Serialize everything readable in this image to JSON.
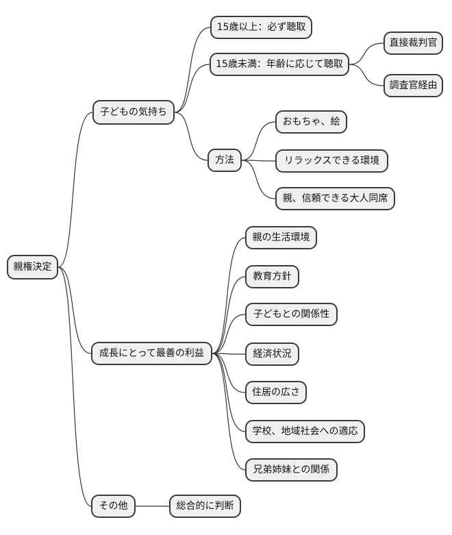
{
  "diagram": {
    "type": "mindmap",
    "colors": {
      "background": "#ffffff",
      "node_fill": "#f0f0f0",
      "node_border": "#3a3a3a",
      "edge_color": "#333333",
      "text_color": "#111111"
    }
  },
  "nodes": [
    {
      "id": "root",
      "label": "親権決定",
      "parent_id": null
    },
    {
      "id": "childs-feelings",
      "label": "子どもの気持ち",
      "parent_id": "root"
    },
    {
      "id": "age-15-plus",
      "label": "15歳以上：必ず聴取",
      "parent_id": "childs-feelings"
    },
    {
      "id": "age-under-15",
      "label": "15歳未満：年齢に応じて聴取",
      "parent_id": "childs-feelings"
    },
    {
      "id": "direct-judge",
      "label": "直接裁判官",
      "parent_id": "age-under-15"
    },
    {
      "id": "via-investigator",
      "label": "調査官経由",
      "parent_id": "age-under-15"
    },
    {
      "id": "method",
      "label": "方法",
      "parent_id": "childs-feelings"
    },
    {
      "id": "toys-drawings",
      "label": "おもちゃ、絵",
      "parent_id": "method"
    },
    {
      "id": "relaxing-environment",
      "label": "リラックスできる環境",
      "parent_id": "method"
    },
    {
      "id": "parent-trusted-adult",
      "label": "親、信頼できる大人同席",
      "parent_id": "method"
    },
    {
      "id": "best-interest-growth",
      "label": "成長にとって最善の利益",
      "parent_id": "root"
    },
    {
      "id": "parent-living-environment",
      "label": "親の生活環境",
      "parent_id": "best-interest-growth"
    },
    {
      "id": "education-policy",
      "label": "教育方針",
      "parent_id": "best-interest-growth"
    },
    {
      "id": "relationship-with-child",
      "label": "子どもとの関係性",
      "parent_id": "best-interest-growth"
    },
    {
      "id": "economic-situation",
      "label": "経済状況",
      "parent_id": "best-interest-growth"
    },
    {
      "id": "housing-size",
      "label": "住居の広さ",
      "parent_id": "best-interest-growth"
    },
    {
      "id": "school-community-adaptation",
      "label": "学校、地域社会への適応",
      "parent_id": "best-interest-growth"
    },
    {
      "id": "sibling-relationship",
      "label": "兄弟姉妹との関係",
      "parent_id": "best-interest-growth"
    },
    {
      "id": "other",
      "label": "その他",
      "parent_id": "root"
    },
    {
      "id": "comprehensive-judgment",
      "label": "総合的に判断",
      "parent_id": "other"
    }
  ]
}
